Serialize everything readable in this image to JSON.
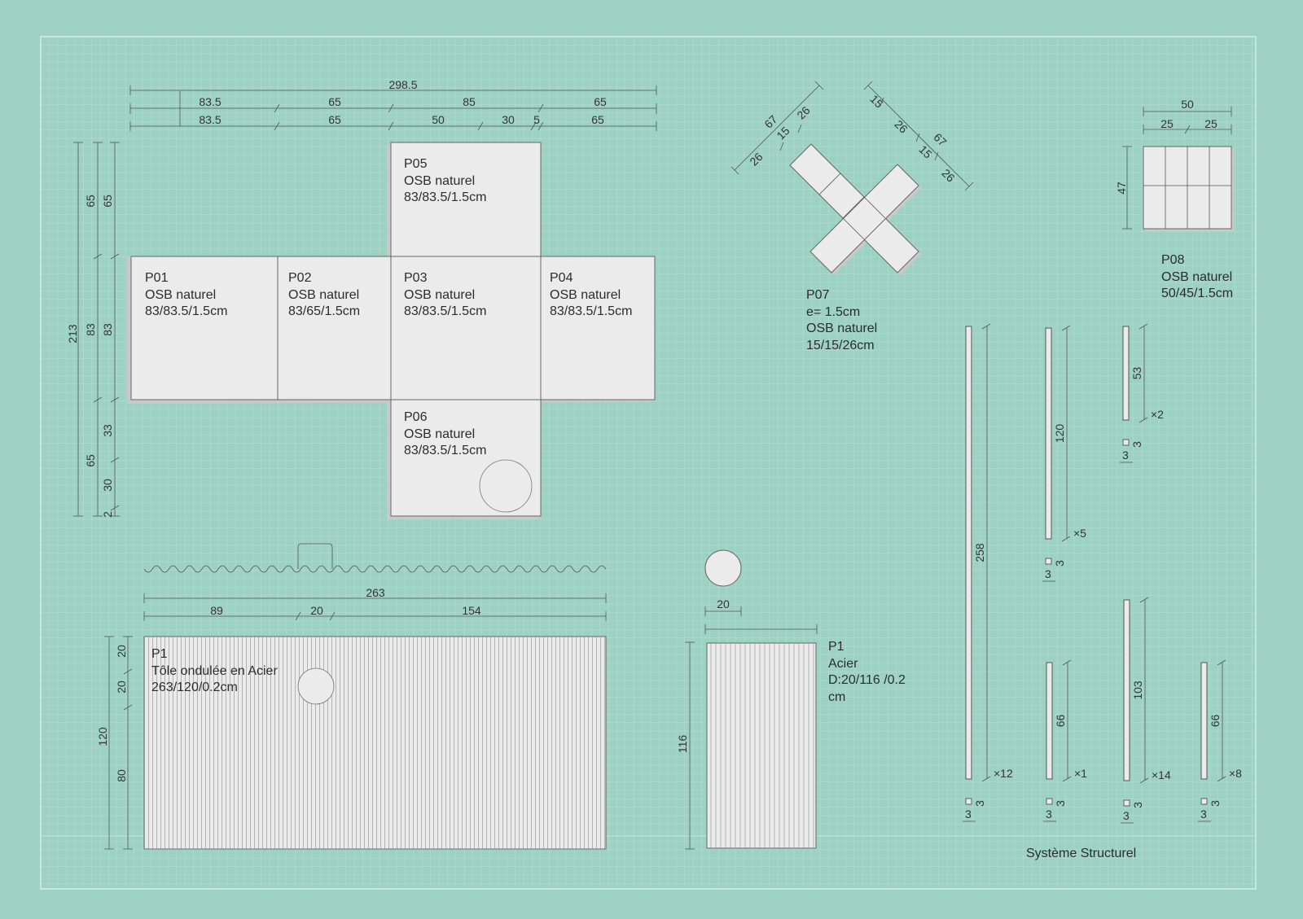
{
  "colors": {
    "background": "#9cd1c4",
    "grid": "#bfe3da",
    "panel": "#ebebeb",
    "line": "#555555"
  },
  "panels": {
    "p01": [
      "P01",
      "OSB naturel",
      "83/83.5/1.5cm"
    ],
    "p02": [
      "P02",
      "OSB naturel",
      "83/65/1.5cm"
    ],
    "p03": [
      "P03",
      "OSB naturel",
      "83/83.5/1.5cm"
    ],
    "p04": [
      "P04",
      "OSB naturel",
      "83/83.5/1.5cm"
    ],
    "p05": [
      "P05",
      "OSB naturel",
      "83/83.5/1.5cm"
    ],
    "p06": [
      "P06",
      "OSB naturel",
      "83/83.5/1.5cm"
    ],
    "p07": [
      "P07",
      "e= 1.5cm",
      "OSB naturel",
      "15/15/26cm"
    ],
    "p08": [
      "P08",
      "OSB naturel",
      "50/45/1.5cm"
    ],
    "sheet": [
      "P1",
      "Tôle ondulée en Acier",
      "263/120/0.2cm"
    ],
    "tube": [
      "P1",
      "Acier",
      "D:20/116 /0.2",
      "cm"
    ]
  },
  "dims": {
    "top_total": "298.5",
    "top_row1": [
      "83.5",
      "65",
      "85",
      "65"
    ],
    "top_row2": [
      "83.5",
      "65",
      "50",
      "30",
      "5",
      "65"
    ],
    "left_total": "213",
    "left_col1": [
      "65",
      "83",
      "65"
    ],
    "left_col2": [
      "65",
      "83",
      "33",
      "30",
      "2"
    ],
    "p07_left": [
      "67",
      "26",
      "15",
      "26"
    ],
    "p07_right": [
      "15",
      "26",
      "67",
      "15",
      "26"
    ],
    "p08_width": "50",
    "p08_halves": [
      "25",
      "25"
    ],
    "p08_height": "47",
    "sheet_total": "263",
    "sheet_row": [
      "89",
      "20",
      "154"
    ],
    "sheet_left": [
      "20",
      "20",
      "80"
    ],
    "sheet_height": "120",
    "tube_diam": "20",
    "tube_height": "116"
  },
  "bars": [
    {
      "length": "258",
      "count": "×12",
      "section": [
        "3",
        "3"
      ]
    },
    {
      "length": "120",
      "count": "×5",
      "section": [
        "3",
        "3"
      ]
    },
    {
      "length": "53",
      "count": "×2",
      "section": [
        "3",
        "3"
      ]
    },
    {
      "length": "66",
      "count": "×1",
      "section": [
        "3",
        "3"
      ]
    },
    {
      "length": "103",
      "count": "×14",
      "section": [
        "3",
        "3"
      ]
    },
    {
      "length": "66",
      "count": "×8",
      "section": [
        "3",
        "3"
      ]
    }
  ],
  "structural_title": "Système Structurel"
}
